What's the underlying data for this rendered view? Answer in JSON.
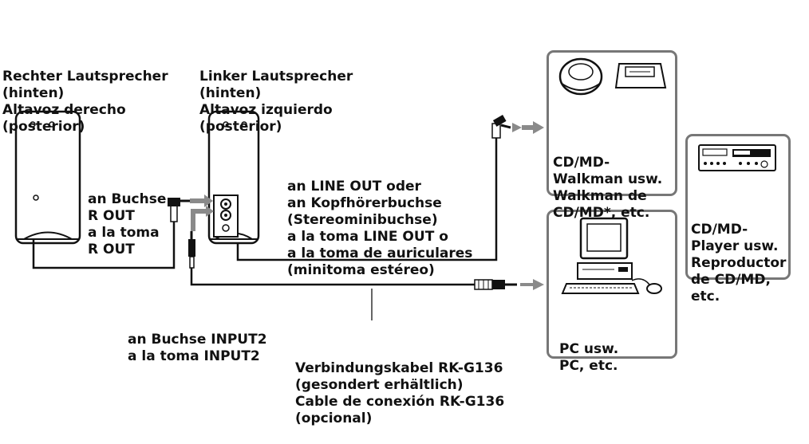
{
  "right_speaker": {
    "label": [
      "Rechter Lautsprecher",
      "(hinten)",
      "Altavoz derecho",
      "(posterior)"
    ]
  },
  "left_speaker": {
    "label": [
      "Linker Lautsprecher",
      "(hinten)",
      "Altavoz izquierdo",
      "(posterior)"
    ]
  },
  "r_out": {
    "label": [
      "an Buchse",
      "R OUT",
      "a la toma",
      "R OUT"
    ]
  },
  "line_out": {
    "label": [
      "an LINE OUT oder",
      "an Kopfhörerbuchse",
      "(Stereominibuchse)",
      "a la toma LINE OUT o",
      "a la toma de auriculares",
      "(minitoma estéreo)"
    ]
  },
  "input2": {
    "label": [
      "an Buchse INPUT2",
      "a la toma INPUT2"
    ]
  },
  "cable": {
    "label": [
      "Verbindungskabel RK-G136",
      "(gesondert erhältlich)",
      "Cable de conexión RK-G136",
      "(opcional)"
    ]
  },
  "walkman": {
    "label": [
      "CD/MD-",
      "Walkman usw.",
      "Walkman de",
      "CD/MD*, etc."
    ]
  },
  "pc": {
    "label": [
      "PC usw.",
      "PC, etc."
    ]
  },
  "cd_player": {
    "label": [
      "CD/MD-",
      "Player usw.",
      "Reproductor",
      "de CD/MD,",
      "etc."
    ]
  }
}
